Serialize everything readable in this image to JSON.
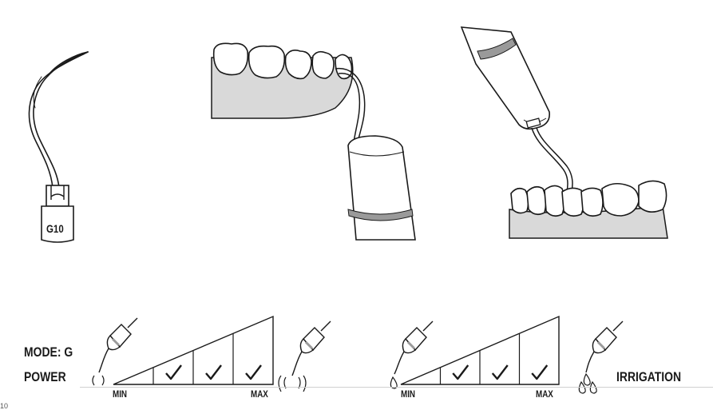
{
  "tip": {
    "code": "G10"
  },
  "settings": {
    "mode_label": "MODE: G",
    "power_label": "POWER",
    "irrigation_label": "IRRIGATION",
    "power_scale": {
      "min": "MIN",
      "max": "MAX"
    },
    "irrigation_scale": {
      "min": "MIN",
      "max": "MAX"
    }
  },
  "power_level": {
    "checked": [
      false,
      true,
      true,
      true
    ]
  },
  "irrigation_level": {
    "checked": [
      false,
      true,
      true,
      true
    ]
  },
  "colors": {
    "line": "#1a1a1a",
    "gum": "#d9d9d9",
    "band": "#9a9a9a"
  },
  "page": {
    "number": "10"
  }
}
